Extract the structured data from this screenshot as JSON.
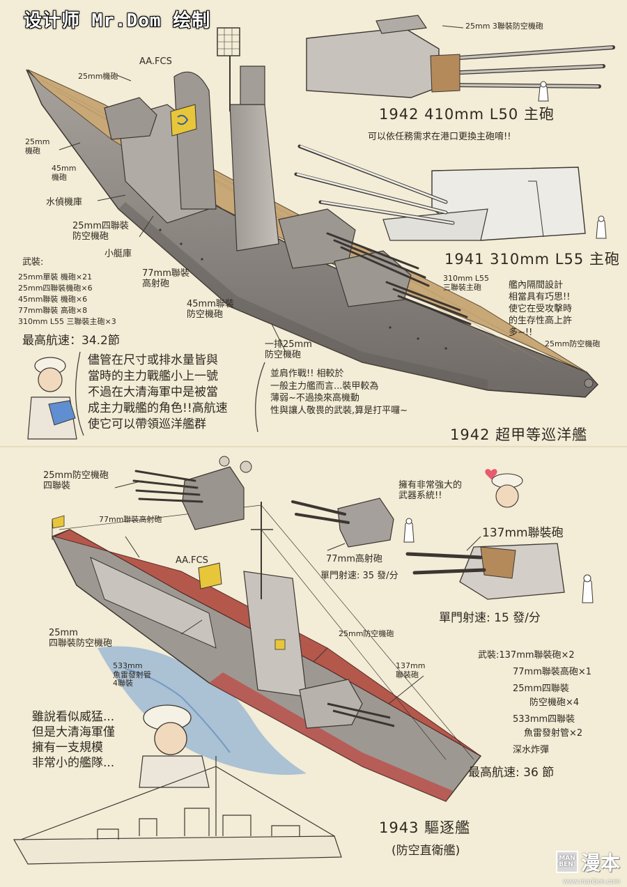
{
  "credit": "设计师 Mr.Dom 绘制",
  "cruiser": {
    "labels": {
      "aa_fcs": "AA.FCS",
      "gun25_single": "25mm機砲",
      "gun25_side": "25mm\n機砲",
      "gun45": "45mm\n機砲",
      "seaplane_hangar": "水偵機庫",
      "gun25_quad": "25mm四聯裝\n防空機砲",
      "boat_hangar": "小艇庫",
      "gun77": "77mm聯裝\n高射砲",
      "gun45_twin": "45mm聯裝\n防空機砲",
      "gun25_row": "一排25mm\n防空機砲",
      "gun25_aa_bow": "25mm防空機砲",
      "gun310_turret": "310mm L55\n三聯裝主砲"
    },
    "armament_title": "武裝:",
    "armament": [
      "25mm單裝 機砲×21",
      "25mm四聯裝機砲×6",
      "45mm聯裝 機砲×6",
      "77mm聯裝 高砲×8",
      "310mm L55 三聯裝主砲×3"
    ],
    "max_speed": "最高航速：34.2節",
    "turret1942_aa": "25mm 3聯裝防空機砲",
    "turret1942_title": "1942 410mm L50 主砲",
    "turret1942_note": "可以依任務需求在港口更換主砲唷!!",
    "turret1941_title": "1941  310mm L55 主砲",
    "compartment_note": "艦內隔間設計\n相當具有巧思!!\n使它在受攻擊時\n的生存性高上許\n多~!!",
    "character_speech": "儘管在尺寸或排水量皆與\n當時的主力戰艦小上一號\n不過在大清海軍中是被當\n成主力戰艦的角色!!高航速\n使它可以帶領巡洋艦群",
    "feature_note": "並肩作戰!! 相較於\n一般主力艦而言...裝甲較為\n薄弱~不過換來高機動\n性與讓人敬畏的武裝,算是打平囉~",
    "title": "1942 超甲等巡洋艦"
  },
  "destroyer": {
    "labels": {
      "gun25_quad_top": "25mm防空機砲\n四聯裝",
      "gun77_twin": "77mm聯裝高射砲",
      "aa_fcs": "AA.FCS",
      "gun25_quad_side": "25mm\n四聯裝防空機砲",
      "torpedo": "533mm\n魚雷發射管\n4聯裝",
      "gun25_aa": "25mm防空機砲",
      "gun137_twin": "137mm\n聯裝砲"
    },
    "strong_weapons_note": "擁有非常強大的\n武器系統!!",
    "gun77_title": "77mm高射砲",
    "gun77_rate": "單門射速: 35 發/分",
    "gun137_title": "137mm聯裝砲",
    "gun137_rate": "單門射速: 15 發/分",
    "armament": [
      "武裝:137mm聯裝砲×2",
      "77mm聯裝高砲×1",
      "25mm四聯裝",
      "防空機砲×4",
      "533mm四聯裝",
      "魚雷發射管×2",
      "深水炸彈"
    ],
    "max_speed": "最高航速: 36 節",
    "character_speech": "雖說看似威猛...\n但是大清海軍僅\n擁有一支規模\n非常小的艦隊...",
    "title": "1943 驅逐艦",
    "subtitle": "(防空直衛艦)"
  },
  "watermark": {
    "box": "MAN\nBEN",
    "name": "漫本",
    "url": "www.manben.com"
  },
  "colors": {
    "paper": "#f3ecd6",
    "hull_gray": "#8f8a86",
    "deck_wood": "#c9a878",
    "deck_red": "#b5584c",
    "water_blue": "#6f9fd3",
    "flag_yellow": "#e8c63a"
  }
}
